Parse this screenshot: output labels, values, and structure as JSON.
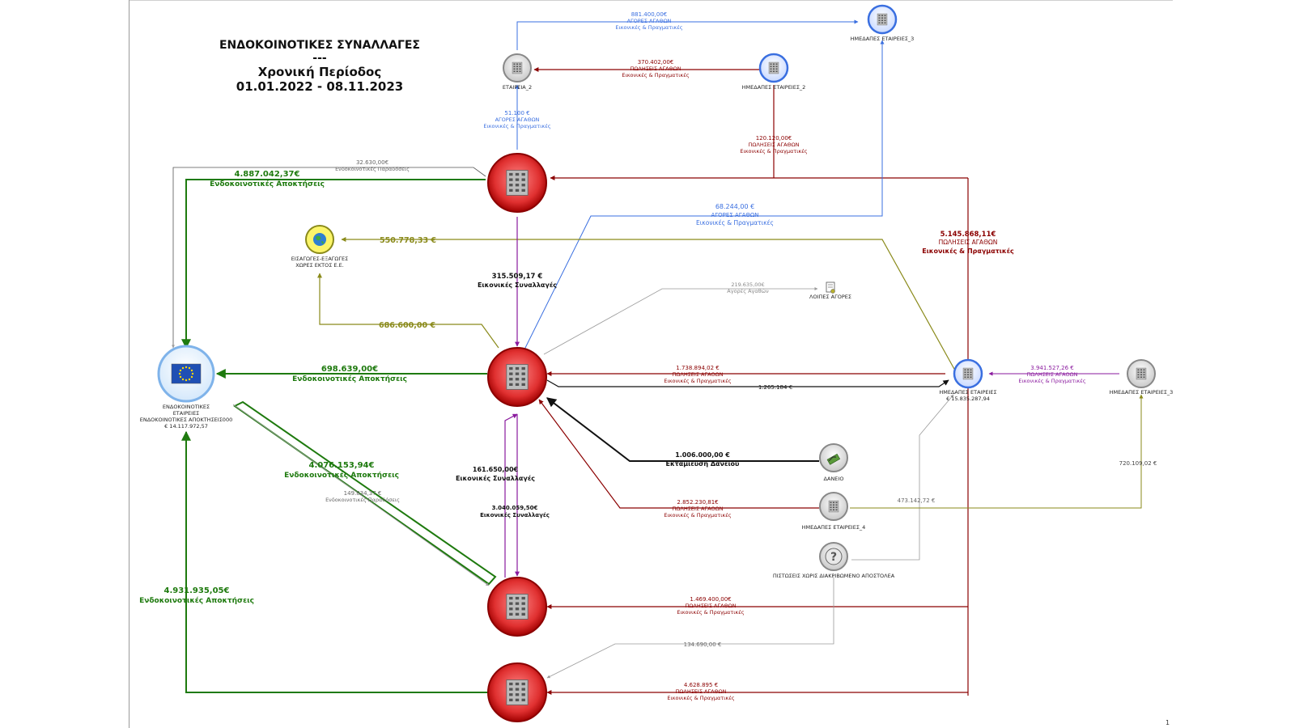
{
  "title": {
    "line1": "ΕΝΔΟΚΟΙΝΟΤΙΚΕΣ ΣΥΝΑΛΛΑΓΕΣ",
    "line2": "---",
    "line3": "Χρονική Περίοδος",
    "line4": "01.01.2022 - 08.11.2023"
  },
  "page_number": "1",
  "colors": {
    "green": "#1e7a0e",
    "darkred": "#8b0000",
    "blue": "#3a6fe0",
    "purple": "#8a1a9e",
    "olive": "#8a8a1a",
    "gray": "#9a9a9a",
    "black": "#111111"
  },
  "nodes": {
    "eu": {
      "label1": "ΕΝΔΟΚΟΙΝΟΤΙΚΕΣ",
      "label2": "ΕΤΑΙΡΕΙΕΣ",
      "label3": "ΕΝΔΟΚΟΙΝΟΤΙΚΕΣ ΑΠΟΚΤΗΣΕΙΣ000",
      "label4": "€ 14.117.972,57",
      "icon": "eu-flag-icon"
    },
    "etaireia2": {
      "label": "ΕΤΑΙΡΕΙΑ_2",
      "icon": "building-icon"
    },
    "hmedapes2": {
      "label": "ΗΜΕΔΑΠΕΣ ΕΤΑΙΡΕΙΕΣ_2",
      "icon": "building-icon"
    },
    "hmedapes3_top": {
      "label": "ΗΜΕΔΑΠΕΣ ΕΤΑΙΡΕΙΕΣ_3",
      "icon": "building-icon"
    },
    "eisagoges": {
      "label1": "ΕΙΣΑΓΩΓΕΣ-ΕΞΑΓΩΓΕΣ",
      "label2": "ΧΩΡΕΣ ΕΚΤΟΣ Ε.Ε.",
      "icon": "globe-icon"
    },
    "loipes": {
      "label": "ΛΟΙΠΕΣ ΑΓΟΡΕΣ",
      "icon": "document-icon"
    },
    "hmedapes_main": {
      "label1": "ΗΜΕΔΑΠΕΣ ΕΤΑΙΡΕΙΕΣ",
      "label2": "€ 15.835.287,94",
      "icon": "building-icon"
    },
    "hmedapes3_right": {
      "label": "ΗΜΕΔΑΠΕΣ ΕΤΑΙΡΕΙΕΣ_3",
      "icon": "building-icon"
    },
    "daneio": {
      "label": "ΔΑΝΕΙΟ",
      "icon": "money-icon"
    },
    "hmedapes4": {
      "label": "ΗΜΕΔΑΠΕΣ ΕΤΑΙΡΕΙΕΣ_4",
      "icon": "building-icon"
    },
    "pistoseis": {
      "label": "ΠΙΣΤΩΣΕΙΣ ΧΩΡΙΣ ΔΙΑΚΡΙΒΩΜΕΝΟ ΑΠΟΣΤΟΛΕΑ",
      "icon": "question-icon"
    }
  },
  "edges": {
    "e881": {
      "amount": "881.400,00€",
      "type": "ΑΓΟΡΕΣ ΑΓΑΘΩΝ",
      "sub": "Εικονικές & Πραγματικές"
    },
    "e370": {
      "amount": "370.402,00€",
      "type": "ΠΩΛΗΣΕΙΣ ΑΓΑΘΩΝ",
      "sub": "Εικονικές & Πραγματικές"
    },
    "e51": {
      "amount": "51.100 €",
      "type": "ΑΓΟΡΕΣ ΑΓΑΘΩΝ",
      "sub": "Εικονικές & Πραγματικές"
    },
    "e120": {
      "amount": "120.120,00€",
      "type": "ΠΩΛΗΣΕΙΣ ΑΓΑΘΩΝ",
      "sub": "Εικονικές & Πραγματικές"
    },
    "e32": {
      "amount": "32.630,00€",
      "sub": "Ενδοκοινοτικές Παραδόσεις"
    },
    "e4887": {
      "amount": "4.887.042,37€",
      "sub": "Ενδοκοινοτικές Αποκτήσεις"
    },
    "e68": {
      "amount": "68.244,00 €",
      "type": "ΑΓΟΡΕΣ ΑΓΑΘΩΝ",
      "sub": "Εικονικές & Πραγματικές"
    },
    "e5145": {
      "amount": "5.145.868,11€",
      "type": "ΠΩΛΗΣΕΙΣ ΑΓΑΘΩΝ",
      "sub": "Εικονικές & Πραγματικές"
    },
    "e550": {
      "amount": "550.778,33 €"
    },
    "e315": {
      "amount": "315.509,17 €",
      "sub": "Εικονικές Συναλλαγές"
    },
    "e219": {
      "amount": "219.635,00€",
      "sub": "Αγορές Αγαθών"
    },
    "e686": {
      "amount": "686.600,00 €"
    },
    "e698": {
      "amount": "698.639,00€",
      "sub": "Ενδοκοινοτικές Αποκτήσεις"
    },
    "e1738": {
      "amount": "1.738.894,02 €",
      "type": "ΠΩΛΗΣΕΙΣ ΑΓΑΘΩΝ",
      "sub": "Εικονικές & Πραγματικές"
    },
    "e1265": {
      "amount": "1.265.184 €"
    },
    "e3941": {
      "amount": "3.941.527,26 €",
      "type": "ΠΩΛΗΣΕΙΣ ΑΓΑΘΩΝ",
      "sub": "Εικονικές & Πραγματικές"
    },
    "e4076": {
      "amount": "4.076.153,94€",
      "sub": "Ενδοκοινοτικές Αποκτήσεις"
    },
    "e149": {
      "amount": "149.834,37 €",
      "sub": "Ενδοκοινοτικές Παραδόσεις"
    },
    "e161": {
      "amount": "161.650,00€",
      "sub": "Εικονικές Συναλλαγές"
    },
    "e3040": {
      "amount": "3.040.059,50€",
      "sub": "Εικονικές Συναλλαγές"
    },
    "e1006": {
      "amount": "1.006.000,00 €",
      "sub": "Εκταμίευση Δανείου"
    },
    "e2852": {
      "amount": "2.852.230,81€",
      "type": "ΠΩΛΗΣΕΙΣ ΑΓΑΘΩΝ",
      "sub": "Εικονικές & Πραγματικές"
    },
    "e473": {
      "amount": "473.142,72 €"
    },
    "e720": {
      "amount": "720.109,02 €"
    },
    "e4931": {
      "amount": "4.931.935,05€",
      "sub": "Ενδοκοινοτικές Αποκτήσεις"
    },
    "e1469": {
      "amount": "1.469.400,00€",
      "type": "ΠΩΛΗΣΕΙΣ ΑΓΑΘΩΝ",
      "sub": "Εικονικές & Πραγματικές"
    },
    "e134": {
      "amount": "134.690,00 €"
    },
    "e4628": {
      "amount": "4.628.895 €",
      "type": "ΠΩΛΗΣΕΙΣ ΑΓΑΘΩΝ",
      "sub": "Εικονικές & Πραγματικές"
    }
  }
}
